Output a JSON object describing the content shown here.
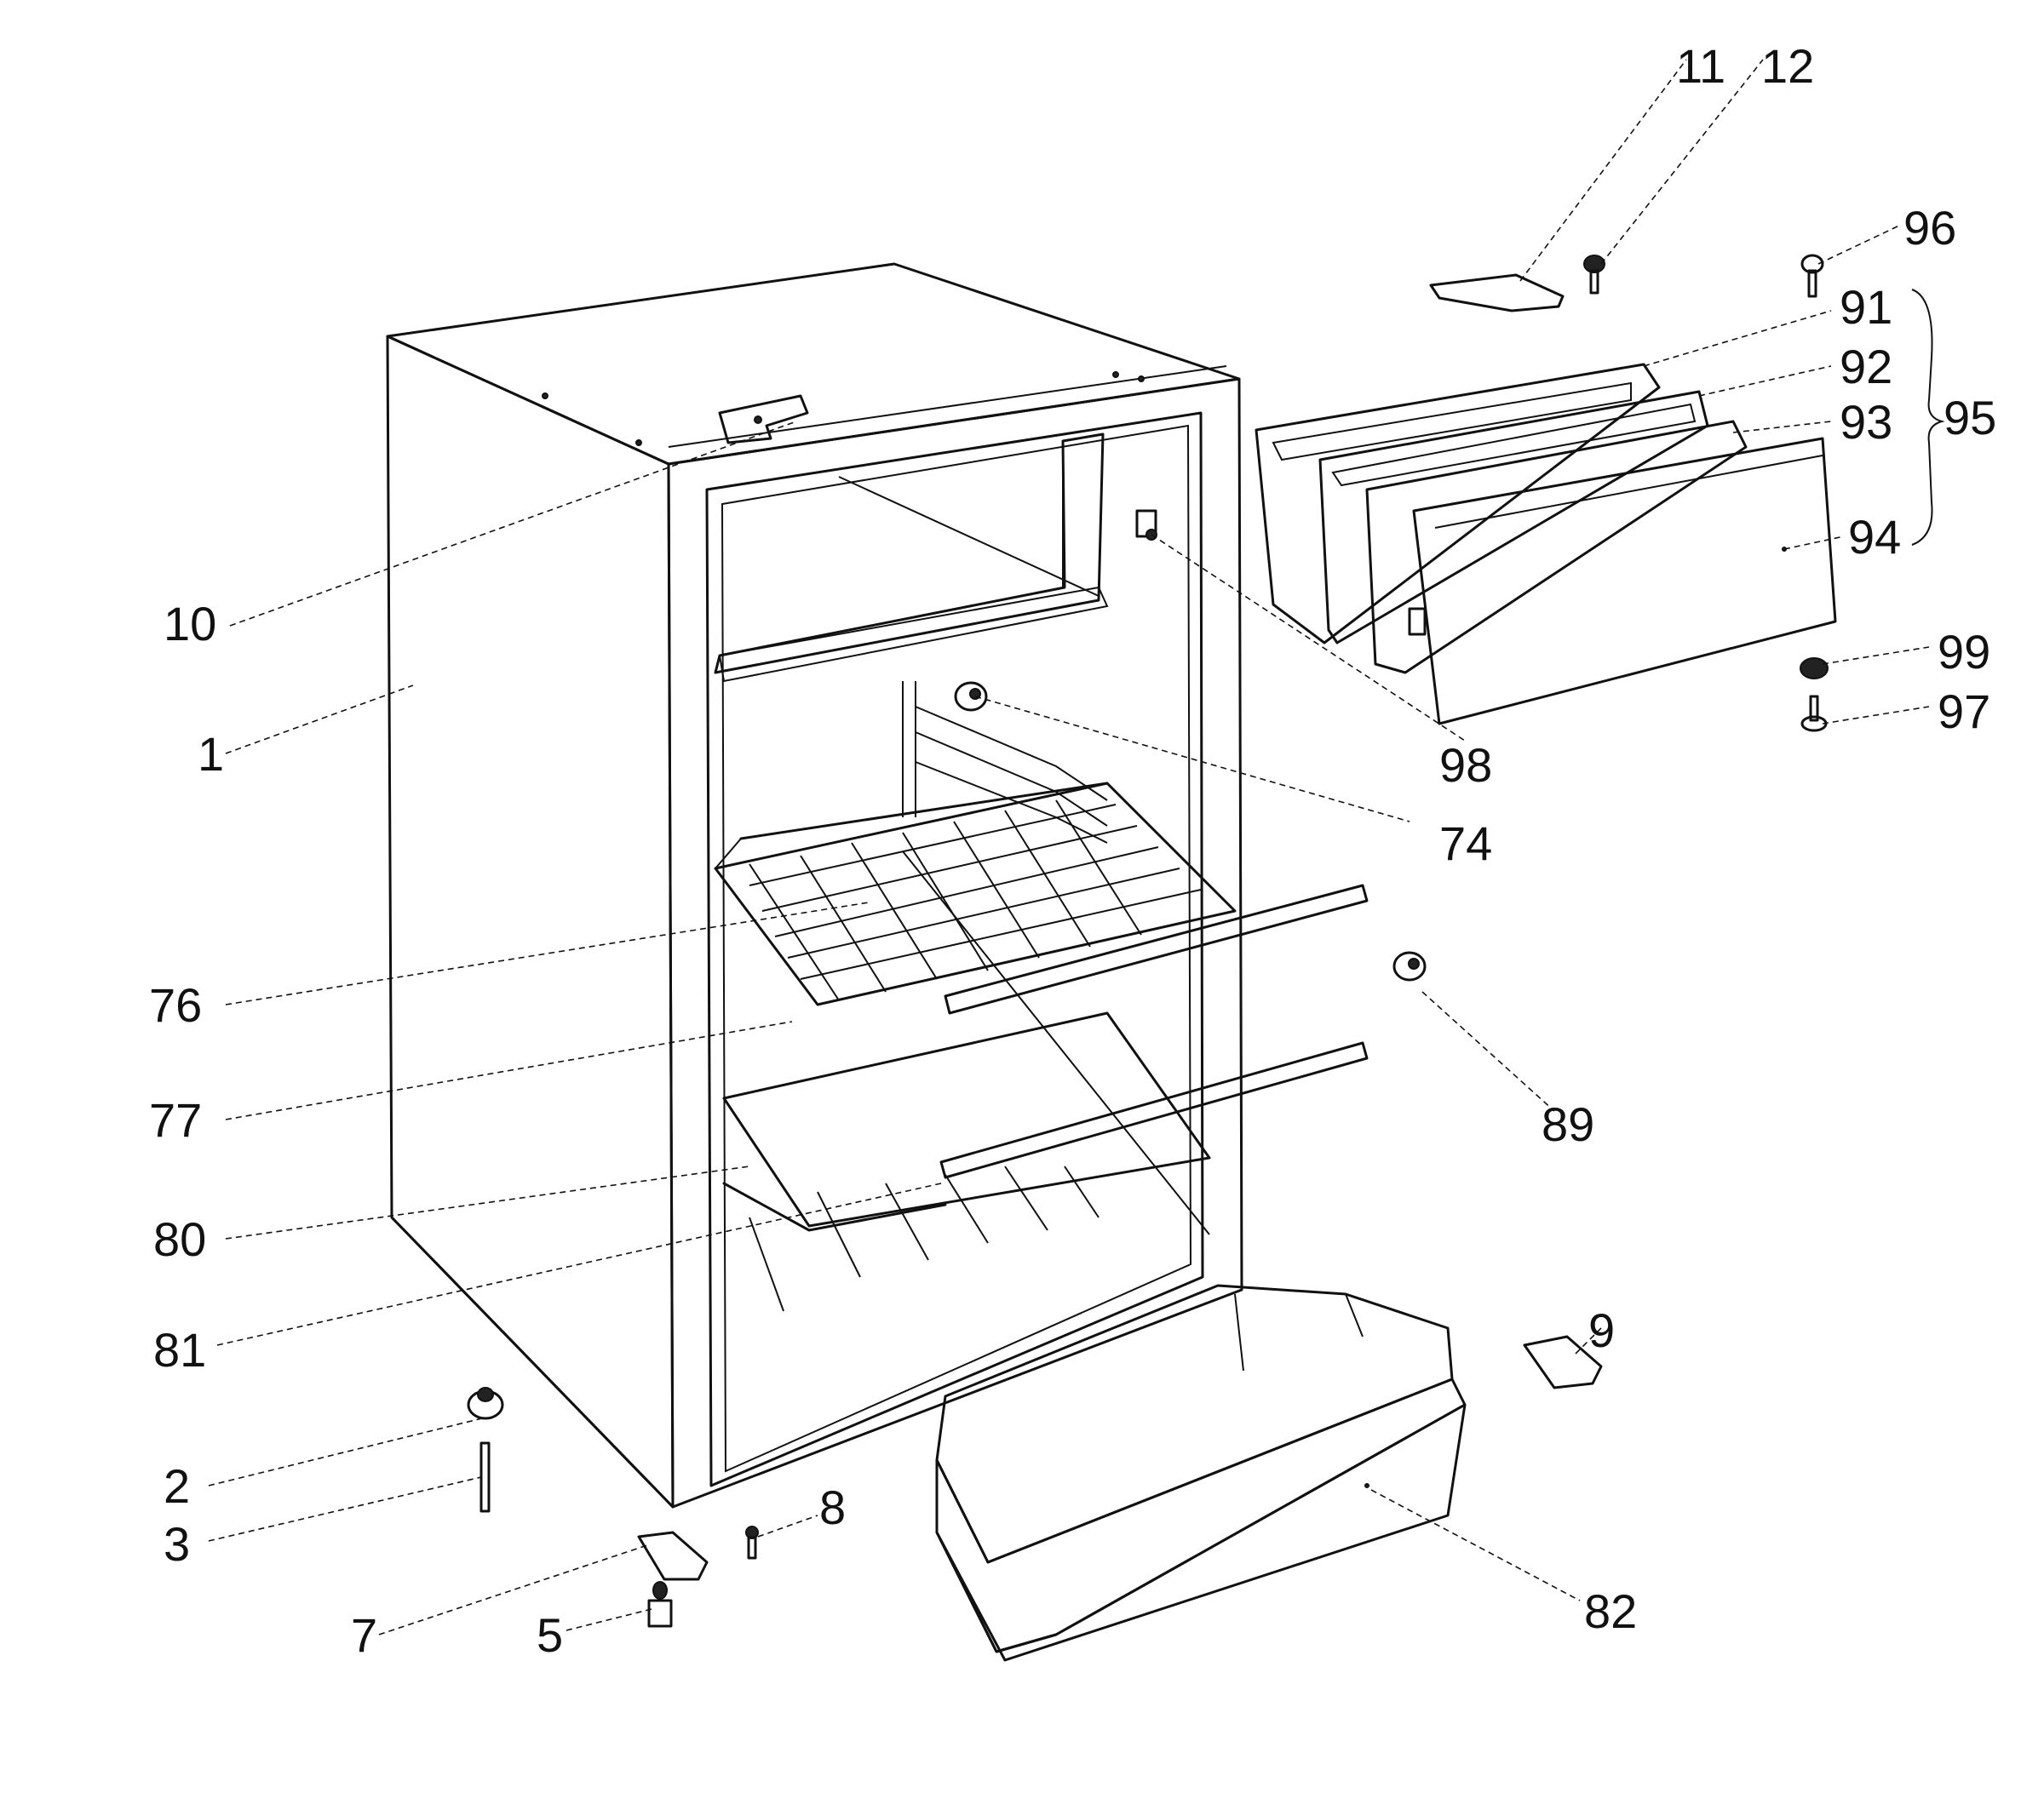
{
  "labels": {
    "p1": "1",
    "p2": "2",
    "p3": "3",
    "p5": "5",
    "p7": "7",
    "p8": "8",
    "p9": "9",
    "p10": "10",
    "p11": "11",
    "p12": "12",
    "p74": "74",
    "p76": "76",
    "p77": "77",
    "p80": "80",
    "p81": "81",
    "p82": "82",
    "p89": "89",
    "p91": "91",
    "p92": "92",
    "p93": "93",
    "p94": "94",
    "p95": "95",
    "p96": "96",
    "p97": "97",
    "p98": "98",
    "p99": "99"
  },
  "colors": {
    "line": "#111111",
    "background": "#ffffff"
  }
}
